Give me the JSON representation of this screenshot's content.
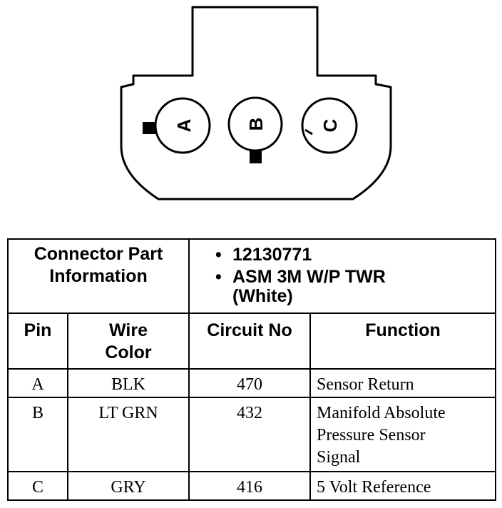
{
  "connector": {
    "pins": [
      {
        "label": "A"
      },
      {
        "label": "B"
      },
      {
        "label": "C"
      }
    ]
  },
  "table": {
    "info_header": [
      "Connector Part",
      "Information"
    ],
    "info_items": [
      "12130771",
      "ASM 3M W/P TWR",
      "(White)"
    ],
    "columns": [
      {
        "lines": [
          "Pin"
        ]
      },
      {
        "lines": [
          "Wire",
          "Color"
        ]
      },
      {
        "lines": [
          "Circuit No"
        ]
      },
      {
        "lines": [
          "Function"
        ]
      }
    ],
    "rows": [
      {
        "pin": "A",
        "wire_color": "BLK",
        "circuit": "470",
        "function": [
          "Sensor Return"
        ]
      },
      {
        "pin": "B",
        "wire_color": "LT GRN",
        "circuit": "432",
        "function": [
          "Manifold Absolute",
          "Pressure Sensor",
          "Signal"
        ]
      },
      {
        "pin": "C",
        "wire_color": "GRY",
        "circuit": "416",
        "function": [
          "5 Volt Reference"
        ]
      }
    ]
  }
}
